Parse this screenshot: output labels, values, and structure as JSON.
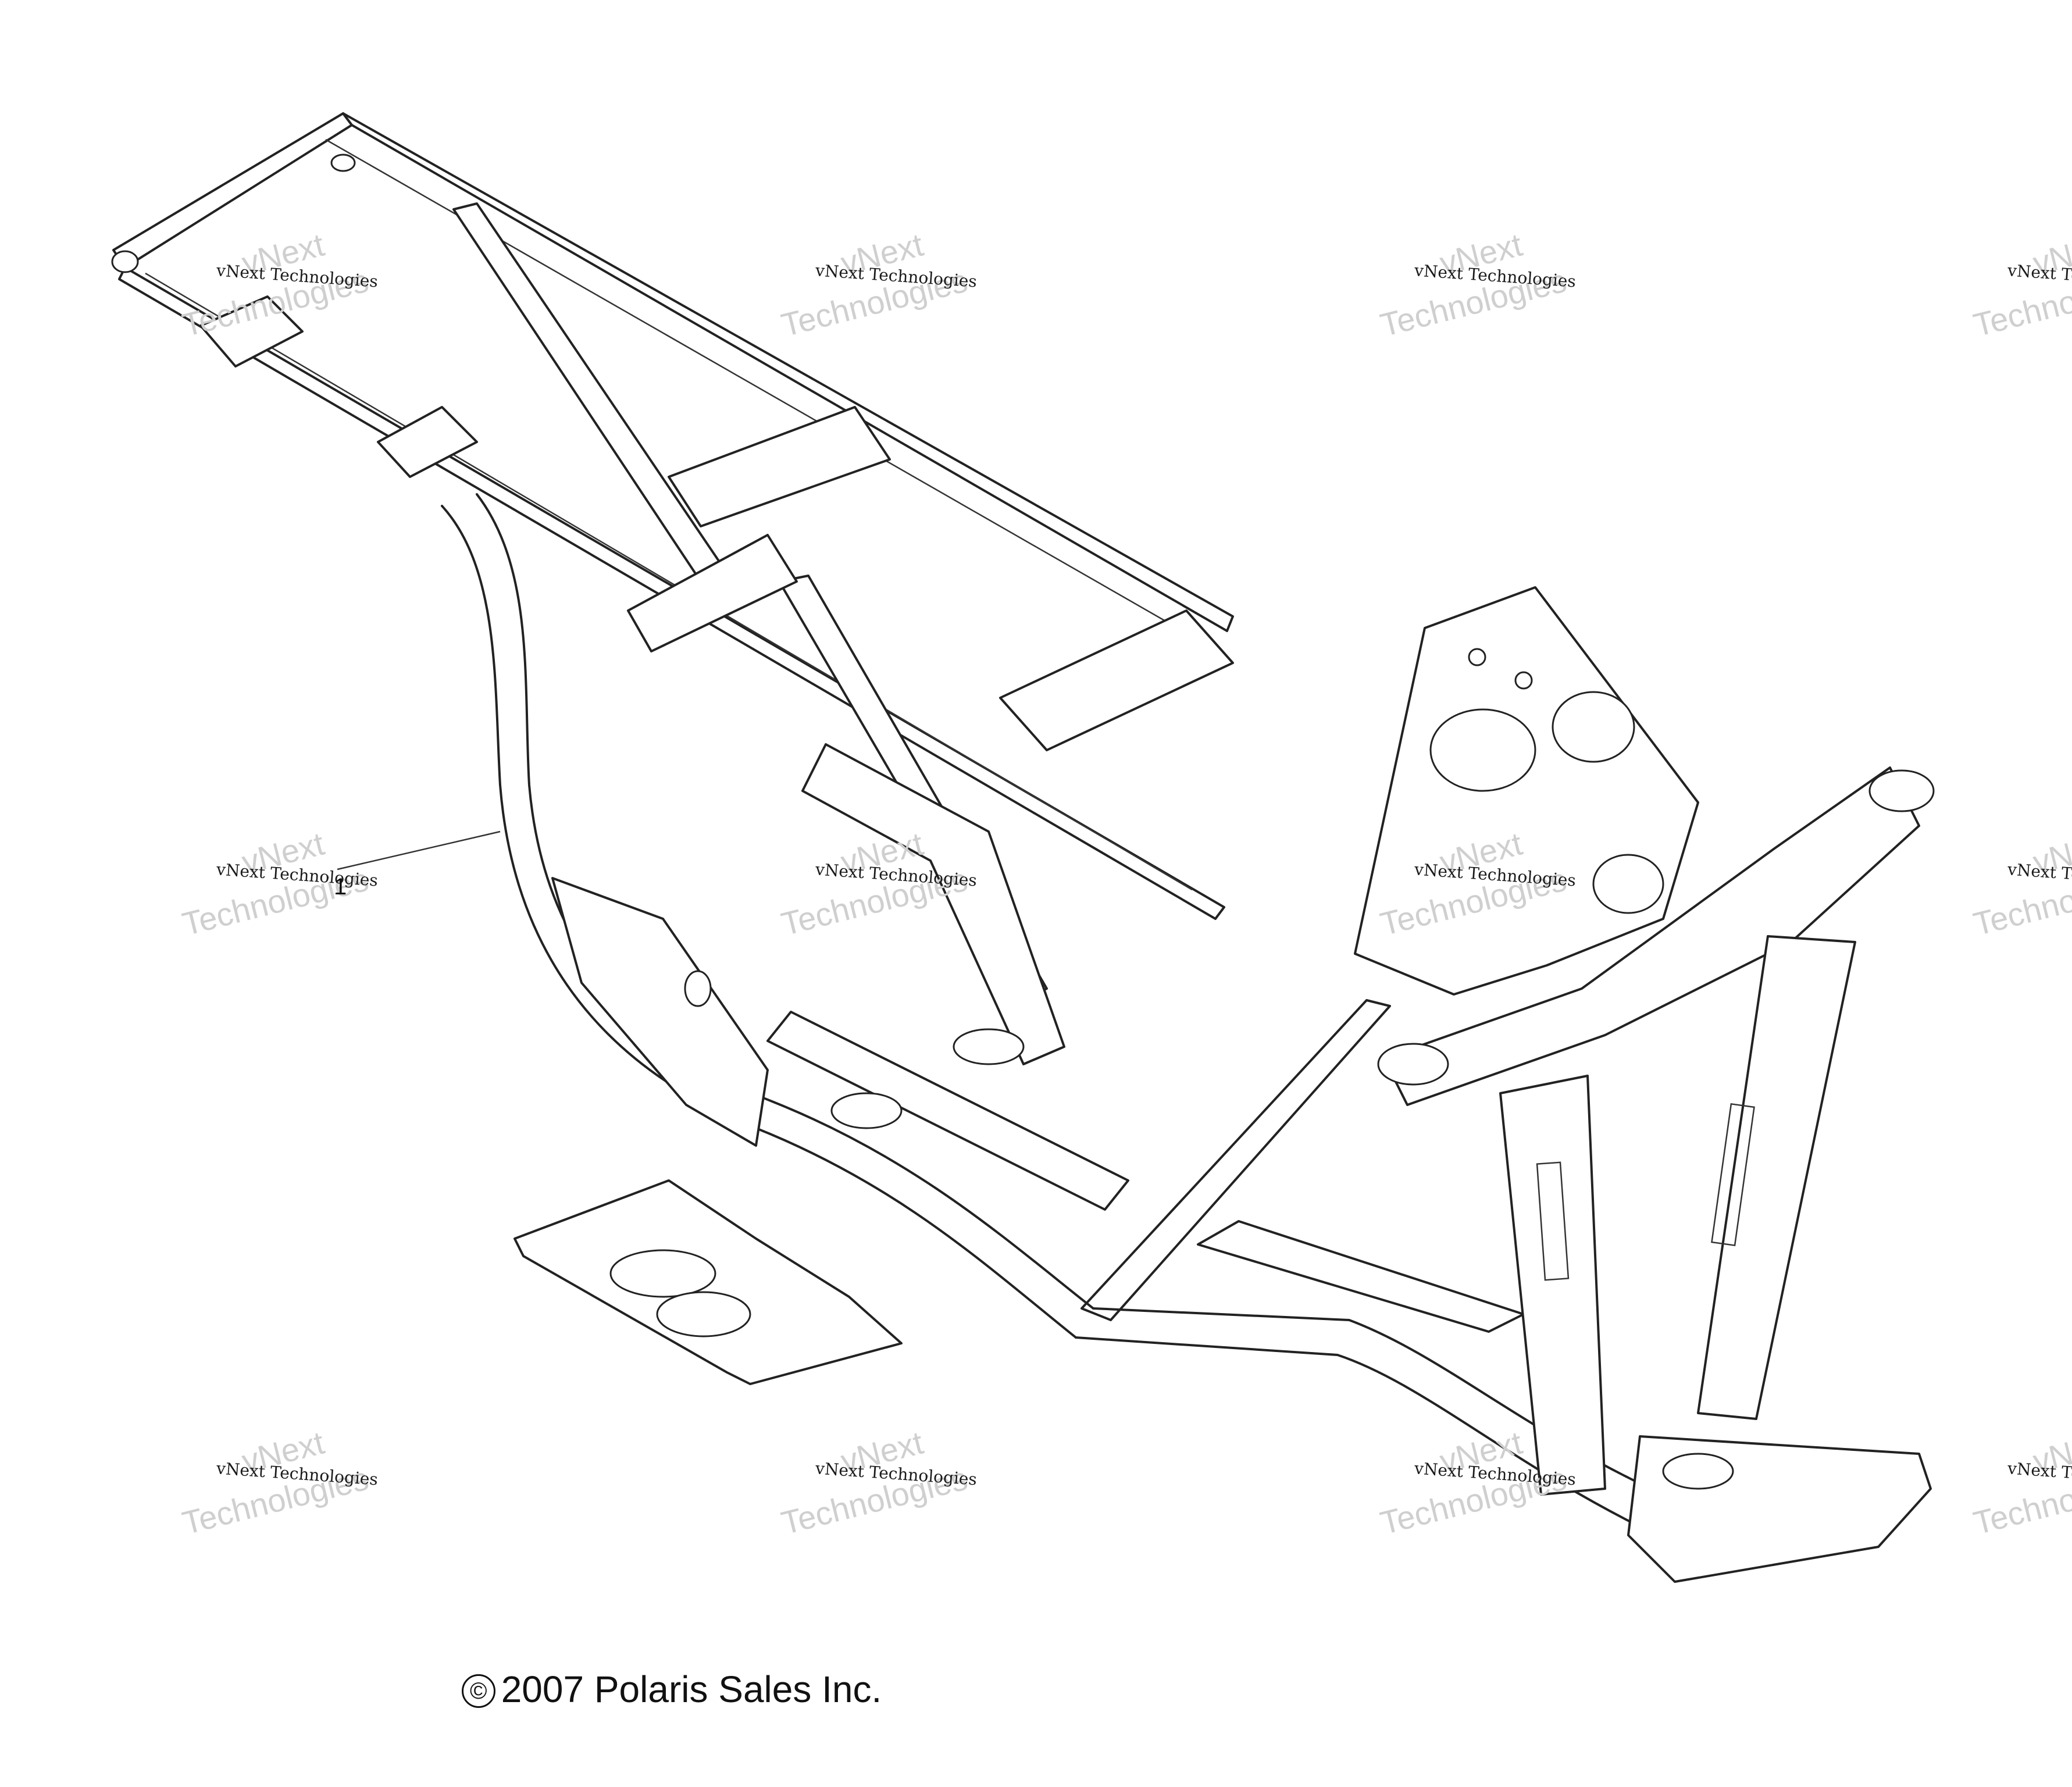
{
  "diagram": {
    "copyright_symbol": "©",
    "copyright_text": "2007 Polaris Sales Inc.",
    "callout_label": "1",
    "watermark": {
      "small_text": "vNext Technologies",
      "big_line1": "vNext",
      "big_line2": "Technologies"
    }
  }
}
